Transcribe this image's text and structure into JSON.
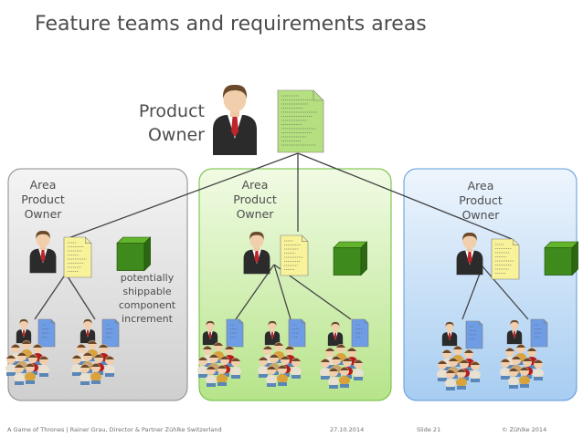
{
  "title": "Feature teams and requirements areas",
  "product_owner": {
    "label_line1": "Product",
    "label_line2": "Owner"
  },
  "areas": [
    {
      "label_line1": "Area",
      "label_line2": "Product",
      "label_line3": "Owner",
      "color": "#e6e6e6"
    },
    {
      "label_line1": "Area",
      "label_line2": "Product",
      "label_line3": "Owner",
      "color": "#d4f0b8"
    },
    {
      "label_line1": "Area",
      "label_line2": "Product",
      "label_line3": "Owner",
      "color": "#cfe3f7"
    }
  ],
  "increment_note": {
    "line1": "potentially",
    "line2": "shippable",
    "line3": "component",
    "line4": "increment"
  },
  "footer": {
    "left": "A Game of Thrones | Rainer Grau, Director & Partner Zühlke Switzerland",
    "date": "27.10.2014",
    "slide": "Slide 21",
    "copyright": "© Zühlke 2014"
  },
  "icons": {
    "person": "business-person-icon",
    "backlog": "backlog-document-icon",
    "increment": "green-cube-icon",
    "team": "team-group-icon"
  },
  "colors": {
    "backlog_main": "#b5e07f",
    "backlog_area": "#f8f29a",
    "backlog_team": "#6e9de6",
    "cube_front": "#3f8a1d",
    "cube_top": "#62b52b",
    "cube_side": "#2c6712",
    "tie": "#c0252a"
  }
}
